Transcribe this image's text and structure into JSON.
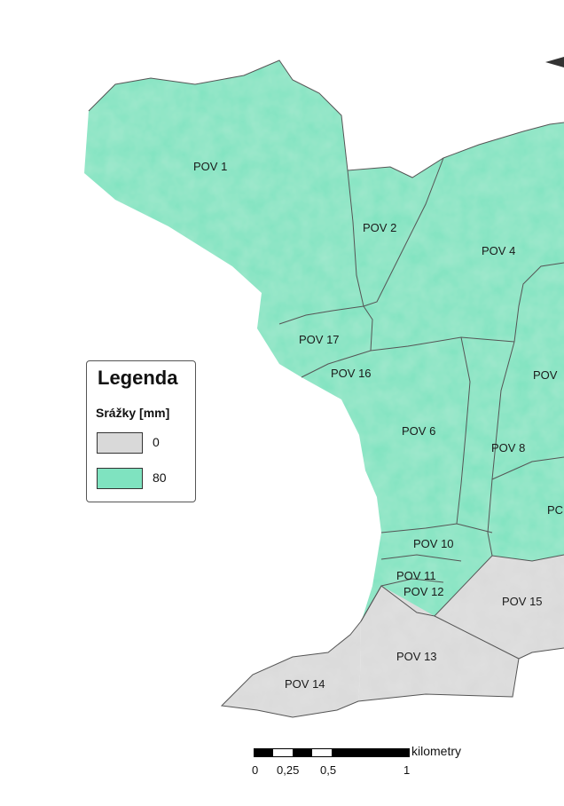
{
  "colors": {
    "precip_80": "#7fe3c0",
    "precip_0": "#d9d9d9",
    "boundary": "#555555"
  },
  "regions": [
    {
      "id": "pov1",
      "label": "POV 1",
      "precip": 80
    },
    {
      "id": "pov2",
      "label": "POV 2",
      "precip": 80
    },
    {
      "id": "pov4",
      "label": "POV 4",
      "precip": 80
    },
    {
      "id": "pov17",
      "label": "POV 17",
      "precip": 80
    },
    {
      "id": "pov16",
      "label": "POV 16",
      "precip": 80
    },
    {
      "id": "pov_right1",
      "label": "POV",
      "precip": 80
    },
    {
      "id": "pov6",
      "label": "POV 6",
      "precip": 80
    },
    {
      "id": "pov8",
      "label": "POV 8",
      "precip": 80
    },
    {
      "id": "pov_right2",
      "label": "PC",
      "precip": 80
    },
    {
      "id": "pov10",
      "label": "POV 10",
      "precip": 80
    },
    {
      "id": "pov11",
      "label": "POV 11",
      "precip": 80
    },
    {
      "id": "pov12",
      "label": "POV 12",
      "precip": 80
    },
    {
      "id": "pov15",
      "label": "POV 15",
      "precip": 0
    },
    {
      "id": "pov13",
      "label": "POV 13",
      "precip": 0
    },
    {
      "id": "pov14",
      "label": "POV 14",
      "precip": 0
    }
  ],
  "legend": {
    "title": "Legenda",
    "subtitle": "Srážky [mm]",
    "items": [
      {
        "label": "0",
        "color": "#d9d9d9"
      },
      {
        "label": "80",
        "color": "#7fe3c0"
      }
    ]
  },
  "scalebar": {
    "unit": "kilometry",
    "ticks": [
      "0",
      "0,25",
      "0,5",
      "1"
    ]
  }
}
